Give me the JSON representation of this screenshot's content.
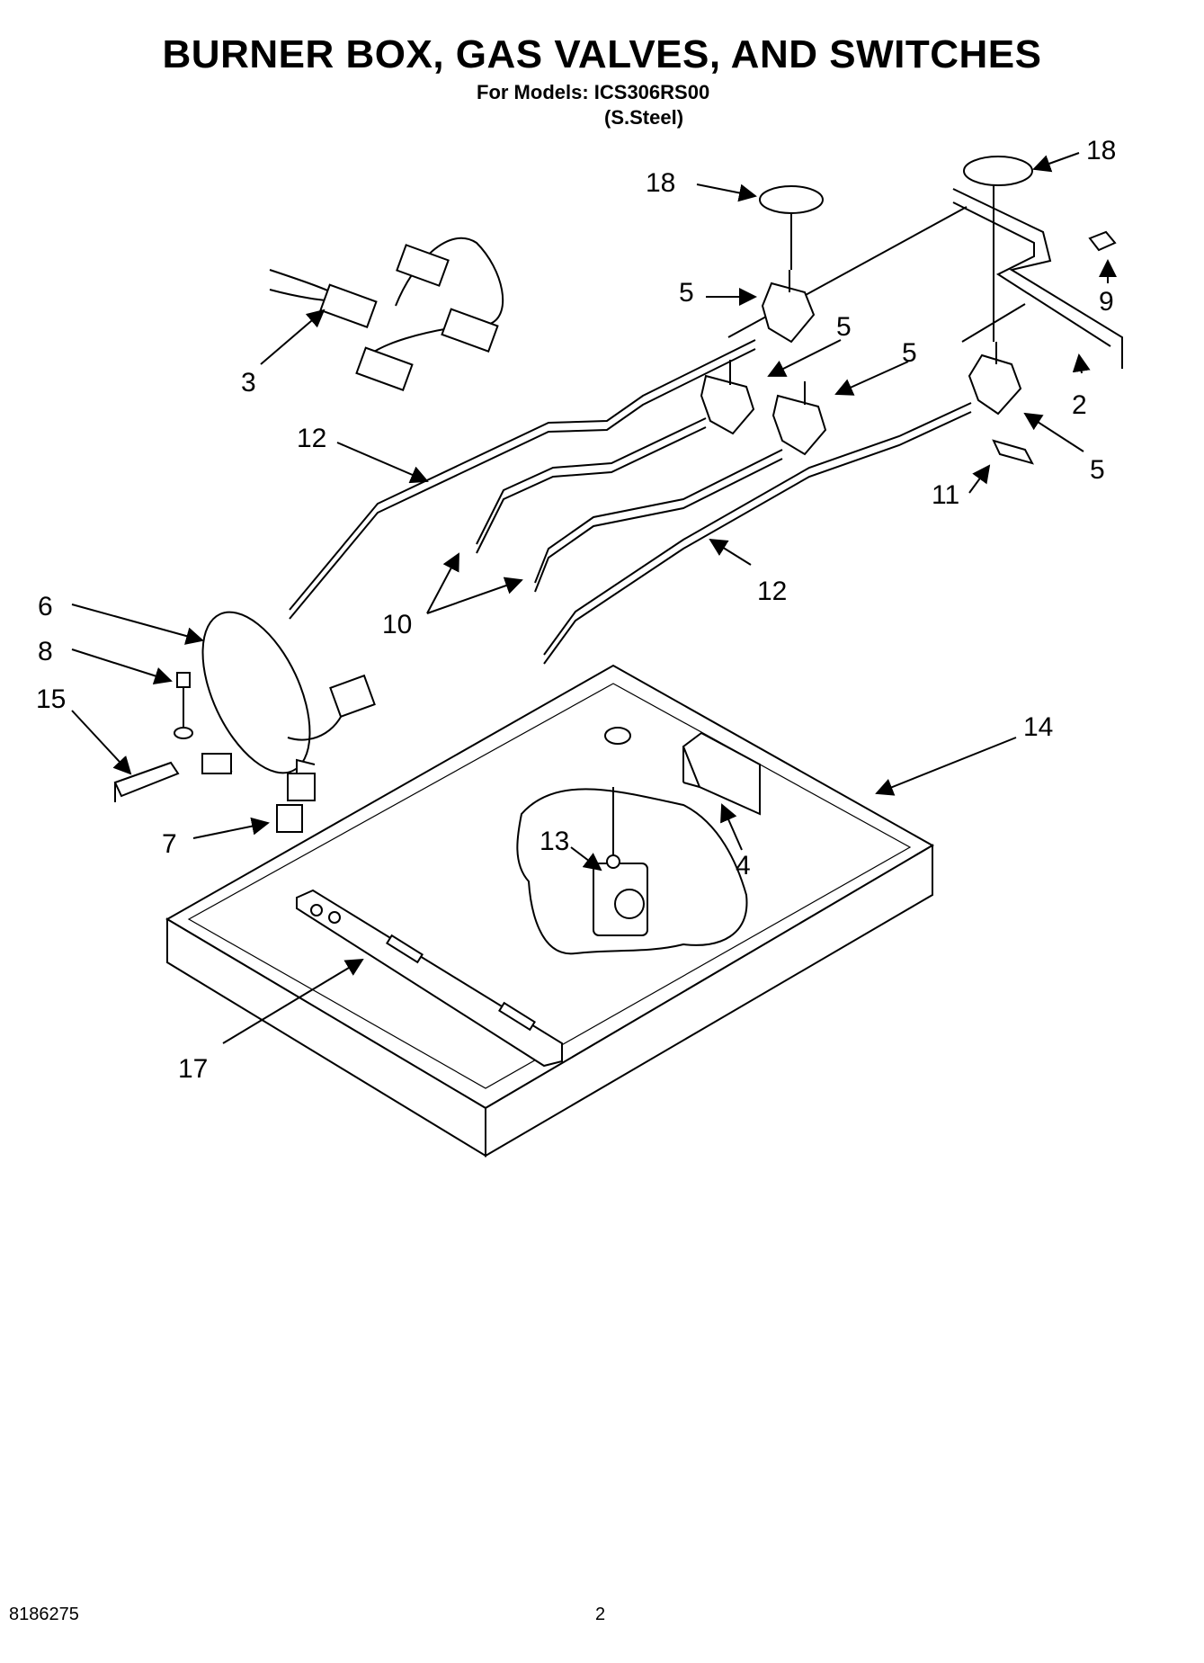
{
  "title": "BURNER BOX, GAS VALVES, AND SWITCHES",
  "subtitle_models": "For Models: ICS306RS00",
  "subtitle_finish": "(S.Steel)",
  "callouts": {
    "c18a": "18",
    "c18b": "18",
    "c5a": "5",
    "c5b": "5",
    "c5c": "5",
    "c5d": "5",
    "c9": "9",
    "c3": "3",
    "c2": "2",
    "c12a": "12",
    "c12b": "12",
    "c11": "11",
    "c6": "6",
    "c8": "8",
    "c15": "15",
    "c10": "10",
    "c14": "14",
    "c13": "13",
    "c4": "4",
    "c7": "7",
    "c17": "17"
  },
  "footer": {
    "code": "8186275",
    "page": "2"
  }
}
